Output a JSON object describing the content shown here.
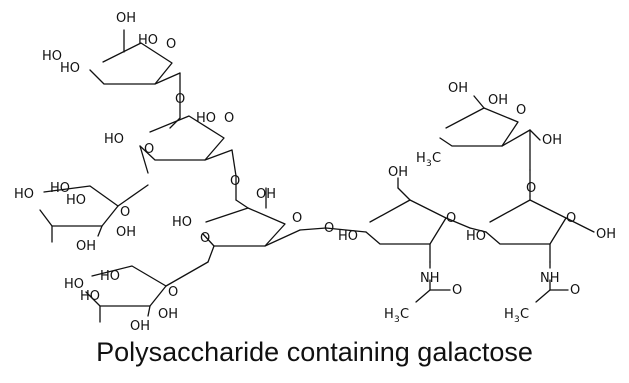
{
  "caption": "Polysaccharide containing galactose",
  "labels": {
    "oh": "OH",
    "ho": "HO",
    "o": "O",
    "nh": "NH",
    "h3c_h": "H",
    "h3c_c": "C",
    "sub3": "3",
    "oh_cut": "OH"
  }
}
